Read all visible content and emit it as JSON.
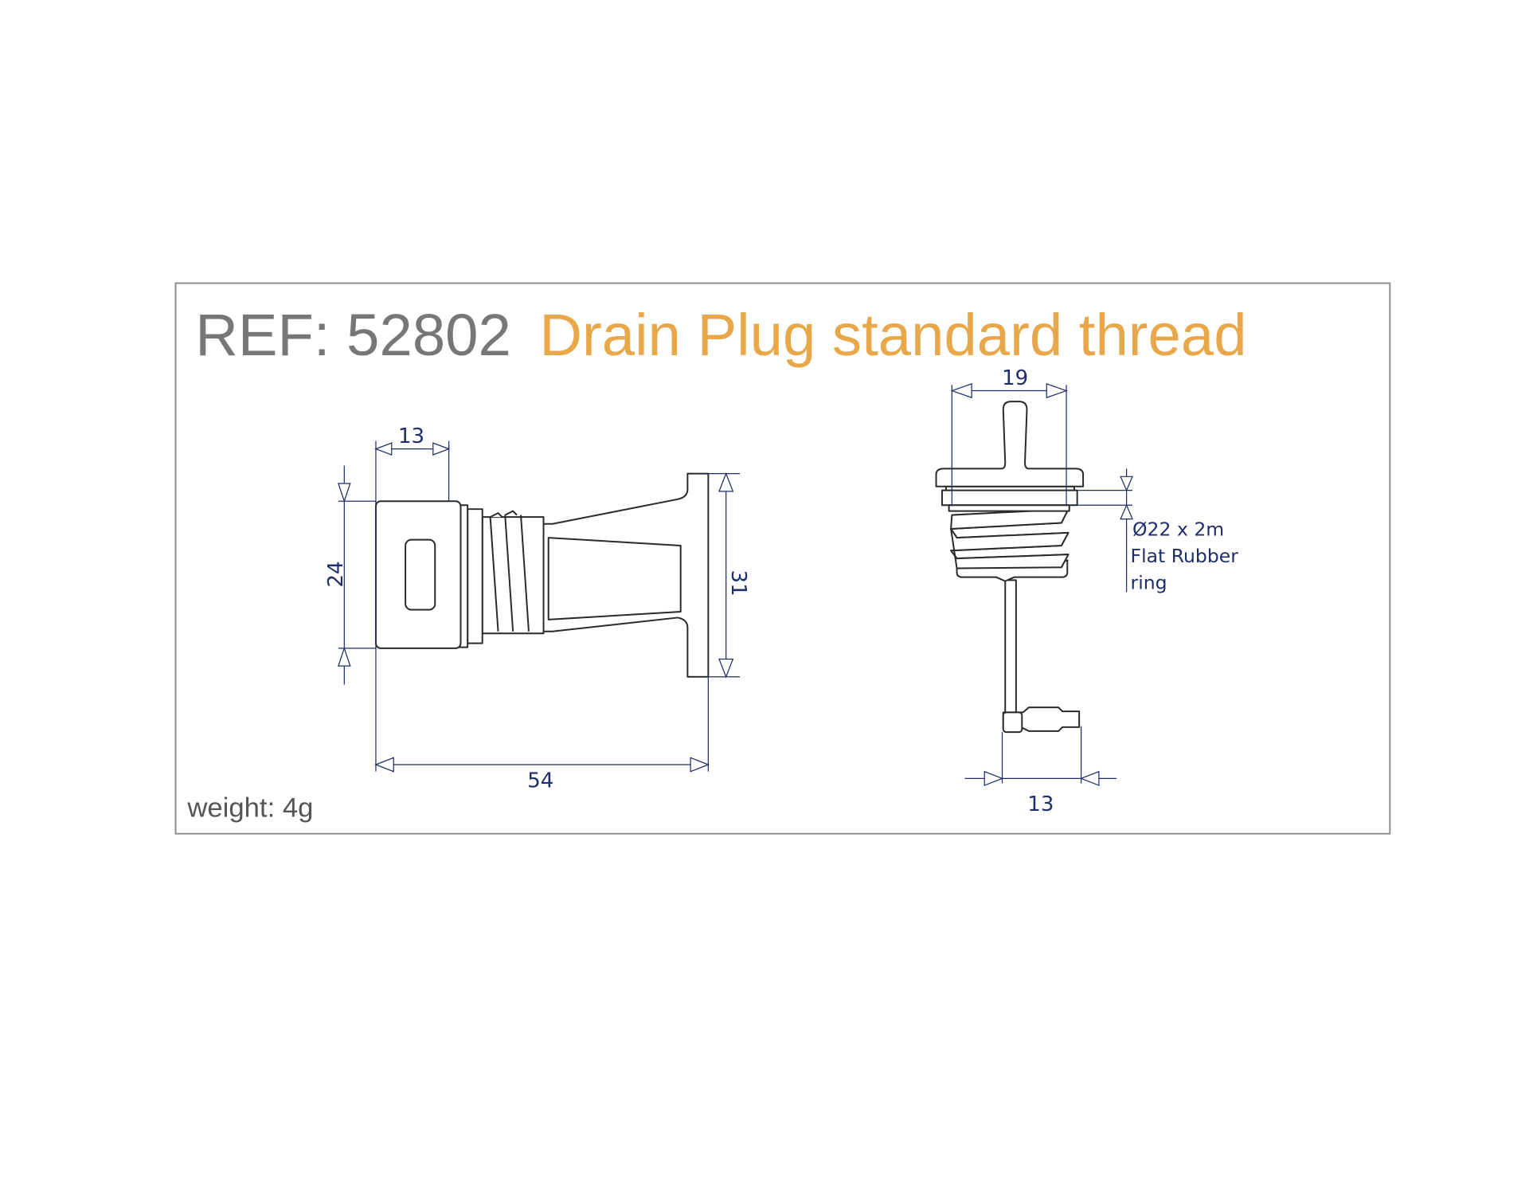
{
  "title": {
    "ref": "REF: 52802",
    "name": "Drain Plug standard thread"
  },
  "weight": "weight: 4g",
  "side_view": {
    "dim_cap_length": "13",
    "dim_cap_height": "24",
    "dim_flange_height": "31",
    "dim_total_length": "54"
  },
  "front_view": {
    "dim_cap_width": "19",
    "dim_tip_width": "13",
    "ring_note": [
      "Ø22 x 2m",
      "Flat Rubber",
      "ring"
    ]
  },
  "colors": {
    "ref": "#777777",
    "name": "#e8a84a",
    "dimension": "#1f2d6b",
    "frame": "#888888"
  }
}
